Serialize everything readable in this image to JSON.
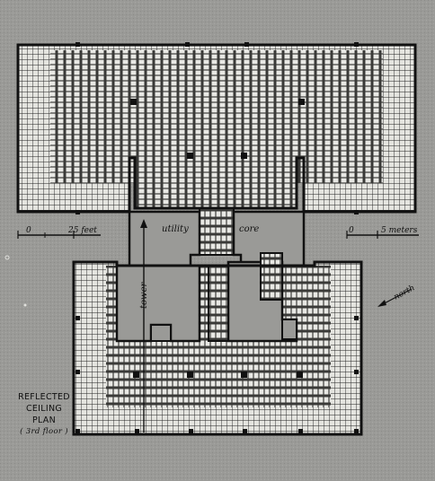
{
  "title": {
    "line1": "REFLECTED",
    "line2": "CEILING",
    "line3": "PLAN",
    "line4": "( 3rd floor )"
  },
  "labels": {
    "utility": "utility",
    "core": "core",
    "tower": "tower",
    "north": "north"
  },
  "scales": {
    "feet": {
      "zero": "0",
      "value": "25 feet"
    },
    "meters": {
      "zero": "0",
      "value": "5 meters"
    }
  },
  "colors": {
    "paper": "#9a9a97",
    "ink": "#1a1a1a",
    "light": "#e6e6e2"
  }
}
